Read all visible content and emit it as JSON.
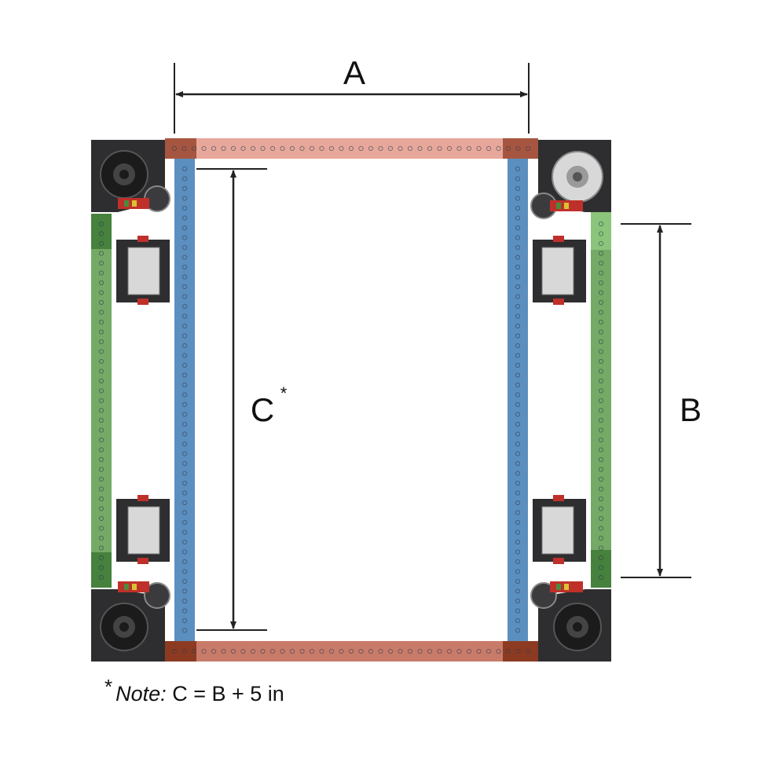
{
  "dimensions": {
    "a_label": "A",
    "b_label": "B",
    "c_label": "C",
    "c_marker": "*"
  },
  "note": {
    "marker": "*",
    "lead": "Note:",
    "text": "C = B + 5 in"
  },
  "colors": {
    "top_bottom_rails": "#c97b6a",
    "top_bottom_rails_dark": "#8c3b22",
    "inner_side_rails": "#5b8fc0",
    "outer_side_rails": "#74aa66",
    "outer_side_rails_dark": "#3e7a36",
    "module_body": "#2e2e30",
    "motor_gray": "#d8d8d8",
    "accent_red": "#c0302a"
  },
  "icons": [
    "swerve-module-icon",
    "motor-icon",
    "gear-icon",
    "hole-pattern-icon"
  ]
}
